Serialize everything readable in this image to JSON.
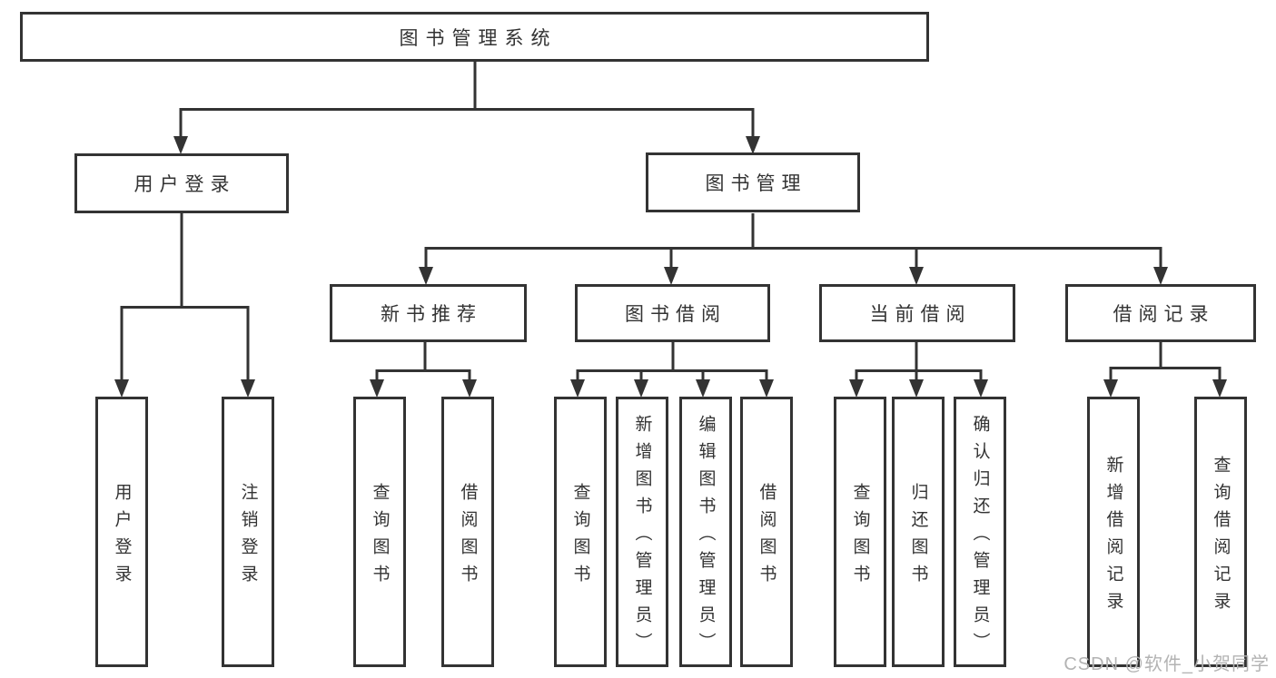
{
  "tree": {
    "root": {
      "label": "图书管理系统"
    },
    "branches": [
      {
        "label": "用户登录",
        "children": [
          {
            "label": "用户登录"
          },
          {
            "label": "注销登录"
          }
        ]
      },
      {
        "label": "图书管理",
        "groups": [
          {
            "label": "新书推荐",
            "children": [
              {
                "label": "查询图书"
              },
              {
                "label": "借阅图书"
              }
            ]
          },
          {
            "label": "图书借阅",
            "children": [
              {
                "label": "查询图书"
              },
              {
                "label": "新增图书（管理员）"
              },
              {
                "label": "编辑图书（管理员）"
              },
              {
                "label": "借阅图书"
              }
            ]
          },
          {
            "label": "当前借阅",
            "children": [
              {
                "label": "查询图书"
              },
              {
                "label": "归还图书"
              },
              {
                "label": "确认归还（管理员）"
              }
            ]
          },
          {
            "label": "借阅记录",
            "children": [
              {
                "label": "新增借阅记录"
              },
              {
                "label": "查询借阅记录"
              }
            ]
          }
        ]
      }
    ]
  },
  "watermark": {
    "text": "CSDN @软件_小贺同学"
  },
  "colors": {
    "line": "#333333",
    "box_fill": "#ffffff",
    "watermark_gray": "#b3b3b3"
  }
}
